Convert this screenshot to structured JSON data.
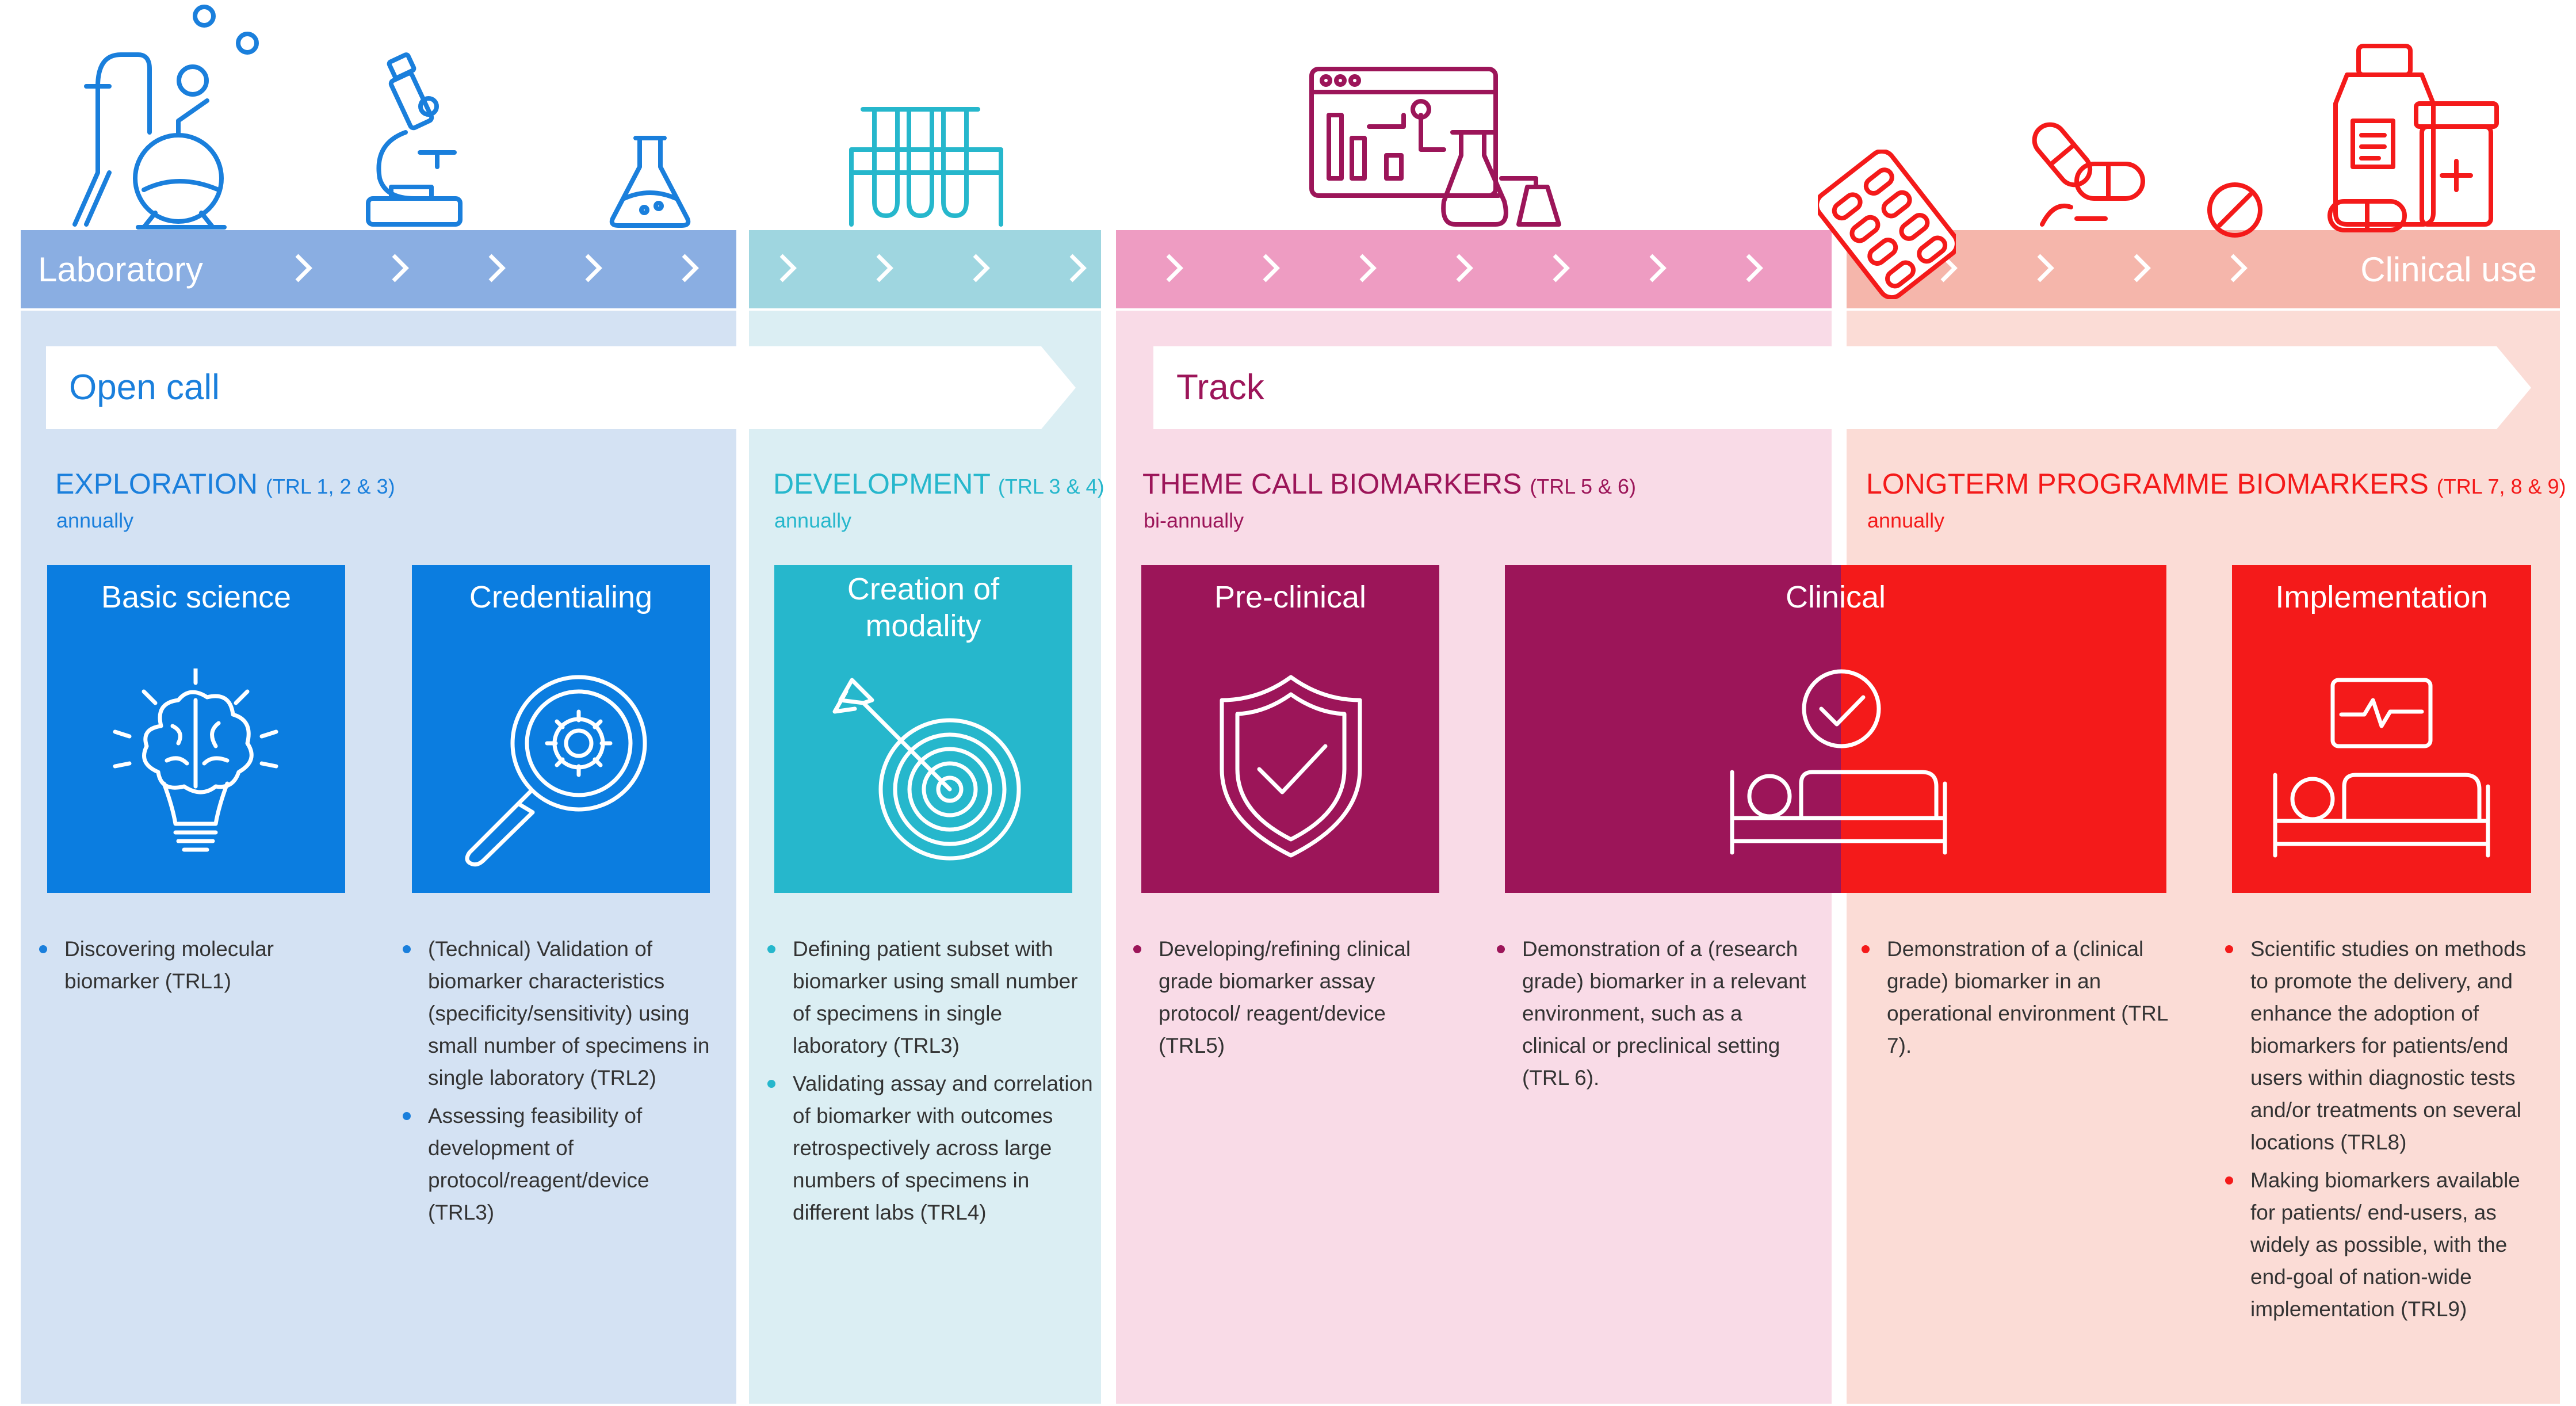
{
  "stages": {
    "start_label": "Laboratory",
    "end_label": "Clinical use"
  },
  "tracks": {
    "open_call": "Open call",
    "track": "Track"
  },
  "phases": [
    {
      "name": "EXPLORATION",
      "trl": "(TRL 1, 2 & 3)",
      "frequency": "annually"
    },
    {
      "name": "DEVELOPMENT",
      "trl": "(TRL 3 & 4)",
      "frequency": "annually"
    },
    {
      "name": "THEME CALL BIOMARKERS",
      "trl": "(TRL 5 & 6)",
      "frequency": "bi-annually"
    },
    {
      "name": "LONGTERM PROGRAMME BIOMARKERS",
      "trl": "(TRL 7, 8 & 9)",
      "frequency": "annually"
    }
  ],
  "boxes": {
    "basic_science": {
      "title": "Basic science",
      "icon": "lightbulb-brain-icon"
    },
    "credentialing": {
      "title": "Credentialing",
      "icon": "magnifier-gear-icon"
    },
    "creation": {
      "title_line1": "Creation of",
      "title_line2": "modality",
      "icon": "target-arrow-icon"
    },
    "preclinical": {
      "title": "Pre-clinical",
      "icon": "shield-check-icon"
    },
    "clinical": {
      "title": "Clinical",
      "icon": "patient-bed-check-icon"
    },
    "implementation": {
      "title": "Implementation",
      "icon": "patient-bed-monitor-icon"
    }
  },
  "notes": {
    "basic_science": [
      "Discovering molecular biomarker  (TRL1)"
    ],
    "credentialing": [
      "(Technical) Validation of biomarker characteristics (specificity/sensitivity) using small number of specimens in single laboratory (TRL2)",
      "Assessing feasibility of development of protocol/reagent/device (TRL3)"
    ],
    "creation": [
      "Defining patient subset with biomarker using small number of specimens in single laboratory (TRL3)",
      "Validating assay and correlation of biomarker with outcomes retrospectively across large numbers of specimens in different labs (TRL4)"
    ],
    "preclinical": [
      "Developing/refining clinical grade biomarker assay protocol/ reagent/device (TRL5)"
    ],
    "clinical_research": [
      "Demonstration of a (research grade) biomarker in a relevant environment, such as a clinical or preclinical setting (TRL 6)."
    ],
    "clinical_operational": [
      "Demonstration of a (clinical grade) biomarker in an operational environment (TRL 7)."
    ],
    "implementation": [
      "Scientific studies on methods to promote the delivery, and enhance the adoption of biomarkers for patients/end users within diagnostic tests and/or treatments on several locations (TRL8)",
      "Making biomarkers available for patients/ end-users, as widely as possible, with the end-goal of nation-wide implementation (TRL9)"
    ]
  },
  "colors": {
    "blue": "#0b7de0",
    "teal": "#26b7cc",
    "magenta": "#9c1559",
    "red": "#f41a1a",
    "bar_blue": "#8aaee2",
    "bar_teal": "#9fd6e0",
    "bar_pink": "#ee9cc2",
    "bar_salmon": "#f5b6ab"
  },
  "top_icons": [
    "flask-apparatus-icon",
    "microscope-icon",
    "erlenmeyer-flask-icon",
    "test-tube-rack-icon",
    "lab-dashboard-icon",
    "pill-blister-icon",
    "capsules-icon",
    "tablet-icon",
    "medicine-bottles-icon"
  ]
}
